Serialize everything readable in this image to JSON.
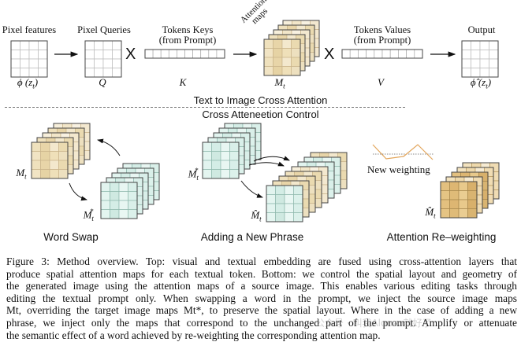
{
  "top": {
    "pixel_features": {
      "label": "Pixel features",
      "symbol": "ϕ (z",
      "symbol_sub": "t",
      "symbol_end": ")"
    },
    "pixel_queries": {
      "label": "Pixel Queries",
      "symbol": "Q"
    },
    "tokens_keys": {
      "label_line1": "Tokens Keys",
      "label_line2": "(from Prompt)",
      "symbol": "K"
    },
    "attention_maps": {
      "label_line1": "Attention",
      "label_line2": "maps",
      "symbol": "M",
      "symbol_sub": "t"
    },
    "tokens_values": {
      "label_line1": "Tokens Values",
      "label_line2": "(from Prompt)",
      "symbol": "V"
    },
    "output": {
      "label": "Output",
      "symbol": "ϕ̂ (z",
      "symbol_sub": "t",
      "symbol_end": ")"
    },
    "times_symbol": "X"
  },
  "sections": {
    "top_title": "Text to Image Cross Attention",
    "bottom_title": "Cross Atteneetion Control"
  },
  "panels": {
    "word_swap": {
      "title": "Word Swap",
      "source_symbol": "M",
      "source_sub": "t",
      "target_symbol": "M",
      "target_sub": "t",
      "target_sup": "*"
    },
    "new_phrase": {
      "title": "Adding a New Phrase",
      "source_symbol": "M",
      "source_sub": "t",
      "source_sup": "*",
      "output_symbol": "M̂",
      "output_sub": "t"
    },
    "reweighting": {
      "title": "Attention Re–weighting",
      "weighting_label": "New weighting",
      "output_symbol": "M̂",
      "output_sub": "t"
    }
  },
  "colors": {
    "tan_light": "#f3e9cf",
    "tan_mid": "#e9d9b0",
    "teal_light": "#e6f5f1",
    "teal_mid": "#cfe9e1",
    "gold_dark": "#dfbd7a",
    "weight_line": "#e2a55b"
  },
  "caption": {
    "line1": "Figure 3: Method overview. Top: visual and textual embedding are fused using cross-attention layers that",
    "line2": "produce spatial attention maps for each textual token. Bottom: we control the spatial layout and geometry of",
    "line3": "the generated image using the attention maps of a source image. This enables various editing tasks through",
    "line4": "editing the textual prompt only. When swapping a word in the prompt, we inject the source image maps",
    "line5": "Mt, overriding the target image maps Mt*, to preserve the spatial layout. Where in the case of adding a new",
    "line6": "phrase, we inject only the maps that correspond to the unchanged part of the prompt. Amplify or attenuate",
    "line7": "the semantic effect of a word achieved by re-weighting the corresponding attention map."
  },
  "watermark": "公众号 · 叫我Alonzo就好了"
}
